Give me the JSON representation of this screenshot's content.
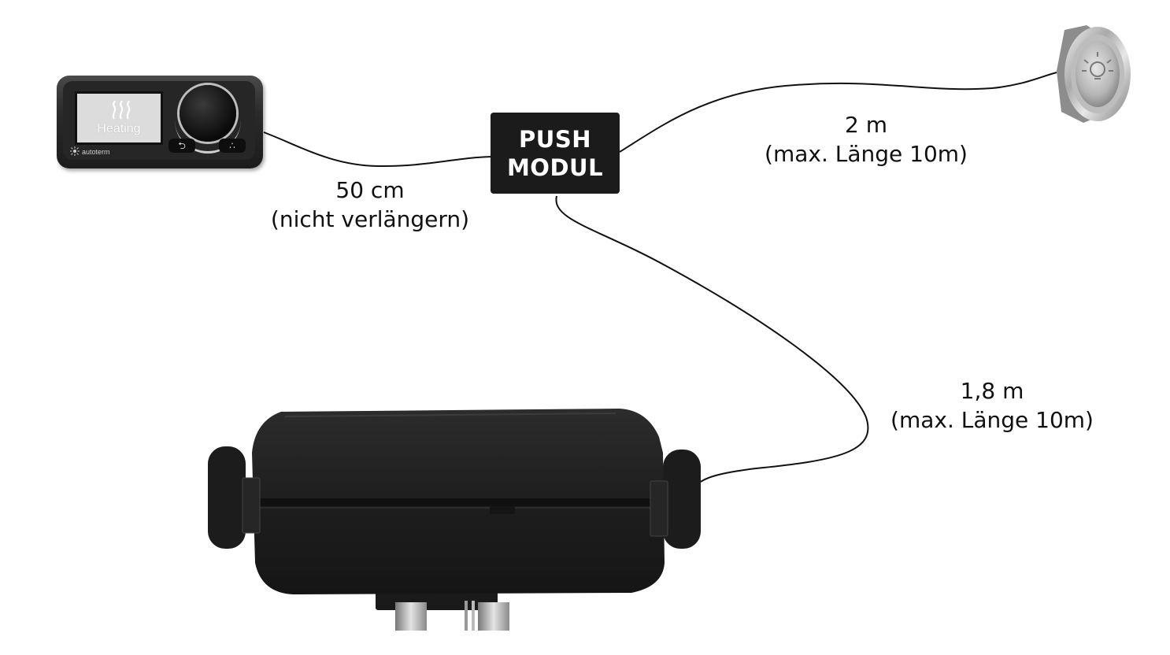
{
  "diagram": {
    "push_module": {
      "line1": "PUSH",
      "line2": "MODUL"
    },
    "display_unit": {
      "screen_text": "Heating",
      "brand": "autoterm",
      "back_icon": "back-arrow-icon",
      "menu_icon": "dots-icon"
    },
    "connections": {
      "display_to_module": {
        "length": "50 cm",
        "note": "(nicht verlängern)"
      },
      "module_to_button": {
        "length": "2 m",
        "note": "(max. Länge 10m)"
      },
      "module_to_heater": {
        "length": "1,8 m",
        "note": "(max. Länge 10m)"
      }
    },
    "colors": {
      "module_background": "#1b1b1b",
      "module_text": "#ffffff",
      "wire": "#111111",
      "label_text": "#111111"
    }
  }
}
